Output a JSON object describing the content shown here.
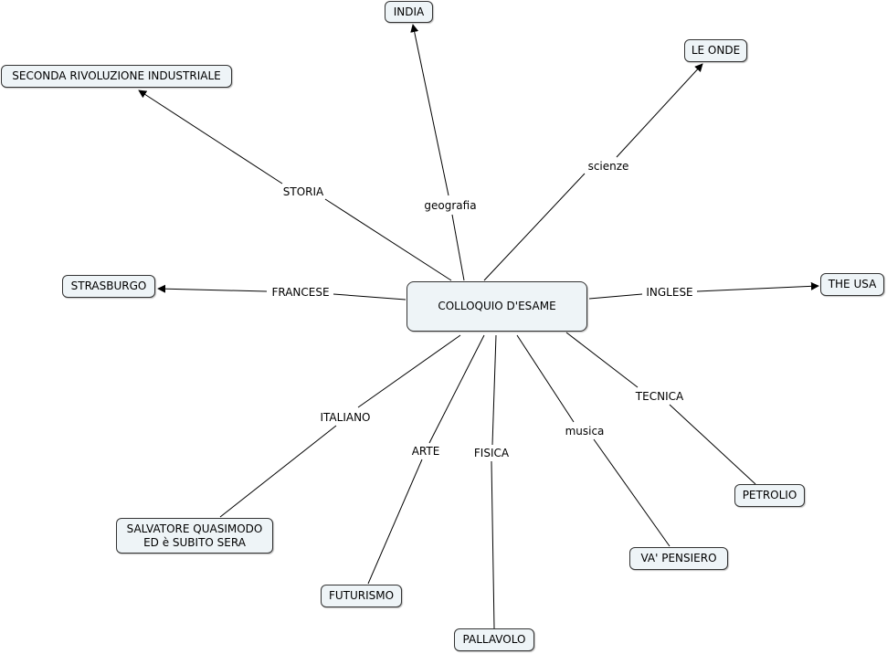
{
  "center": "COLLOQUIO D'ESAME",
  "concepts": {
    "india": "INDIA",
    "seconda": "SECONDA RIVOLUZIONE INDUSTRIALE",
    "onde": "LE ONDE",
    "strasburgo": "STRASBURGO",
    "usa": "THE USA",
    "quasimodo": "SALVATORE QUASIMODO\nED è SUBITO SERA",
    "futurismo": "FUTURISMO",
    "pallavolo": "PALLAVOLO",
    "pensiero": "VA' PENSIERO",
    "petrolio": "PETROLIO"
  },
  "links": {
    "storia": "STORIA",
    "geografia": "geografia",
    "scienze": "scienze",
    "francese": "FRANCESE",
    "inglese": "INGLESE",
    "italiano": "ITALIANO",
    "arte": "ARTE",
    "fisica": "FISICA",
    "musica": "musica",
    "tecnica": "TECNICA"
  },
  "colors": {
    "node_fill": "#eef4f7",
    "node_border": "#333333",
    "line": "#000000"
  }
}
